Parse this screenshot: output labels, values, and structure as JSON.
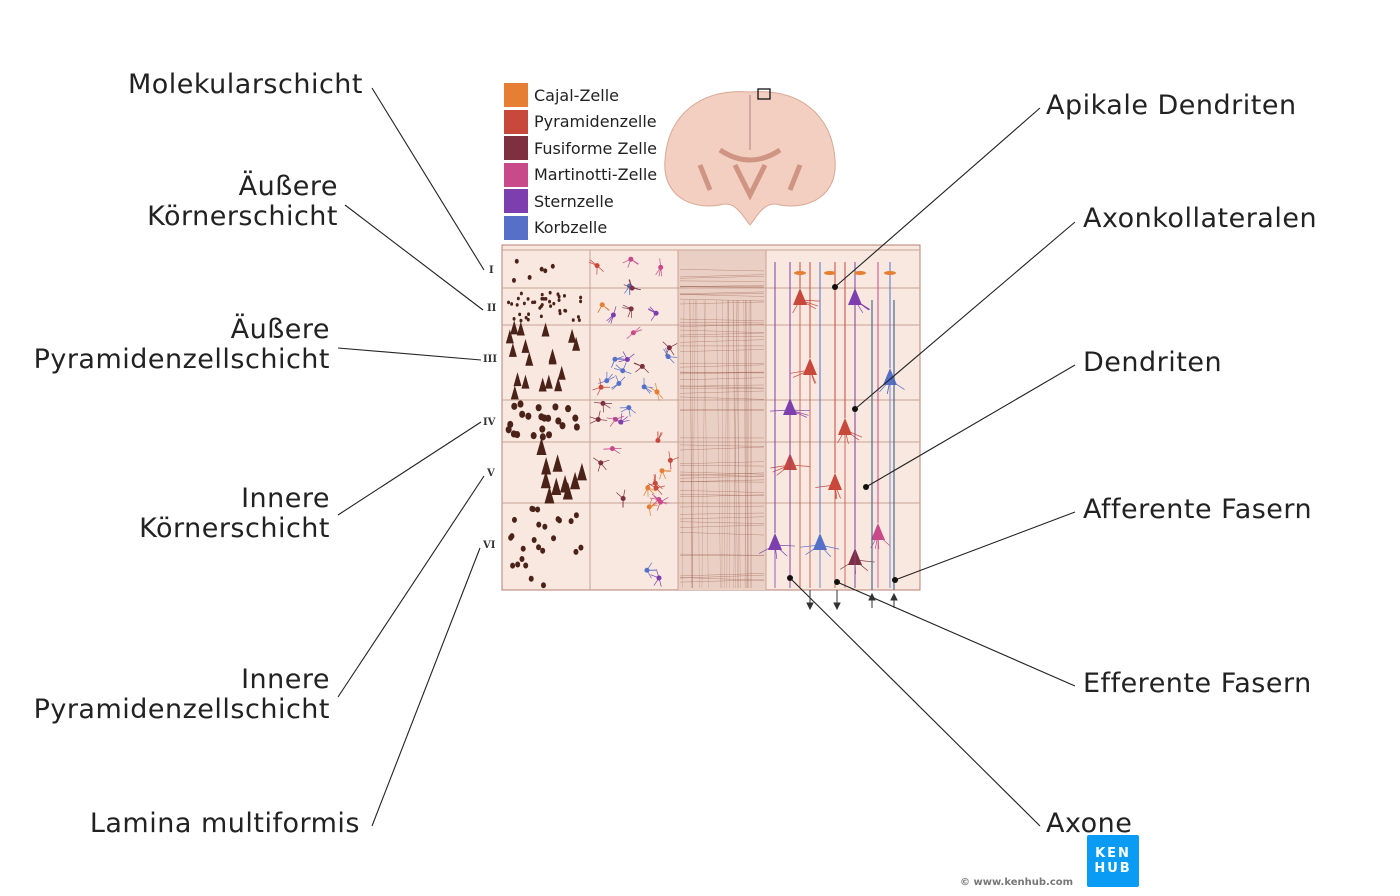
{
  "left_labels": [
    {
      "lines": [
        "Molekularschicht"
      ],
      "numeral": "I"
    },
    {
      "lines": [
        "Äußere",
        "Körnerschicht"
      ],
      "numeral": "II"
    },
    {
      "lines": [
        "Äußere",
        "Pyramidenzellschicht"
      ],
      "numeral": "III"
    },
    {
      "lines": [
        "Innere",
        "Körnerschicht"
      ],
      "numeral": "IV"
    },
    {
      "lines": [
        "Innere",
        "Pyramidenzellschicht"
      ],
      "numeral": "V"
    },
    {
      "lines": [
        "Lamina multiformis"
      ],
      "numeral": "VI"
    }
  ],
  "right_labels": [
    "Apikale Dendriten",
    "Axonkollateralen",
    "Dendriten",
    "Afferente Fasern",
    "Efferente Fasern",
    "Axone"
  ],
  "legend": [
    {
      "label": "Cajal-Zelle",
      "color": "#e67e33"
    },
    {
      "label": "Pyramidenzelle",
      "color": "#c9483c"
    },
    {
      "label": "Fusiforme Zelle",
      "color": "#7e3040"
    },
    {
      "label": "Martinotti-Zelle",
      "color": "#c84a8a"
    },
    {
      "label": "Sternzelle",
      "color": "#7d3fae"
    },
    {
      "label": "Korbzelle",
      "color": "#5670c8"
    }
  ],
  "logo": {
    "line1": "KEN",
    "line2": "HUB"
  },
  "copyright": "© www.kenhub.com"
}
